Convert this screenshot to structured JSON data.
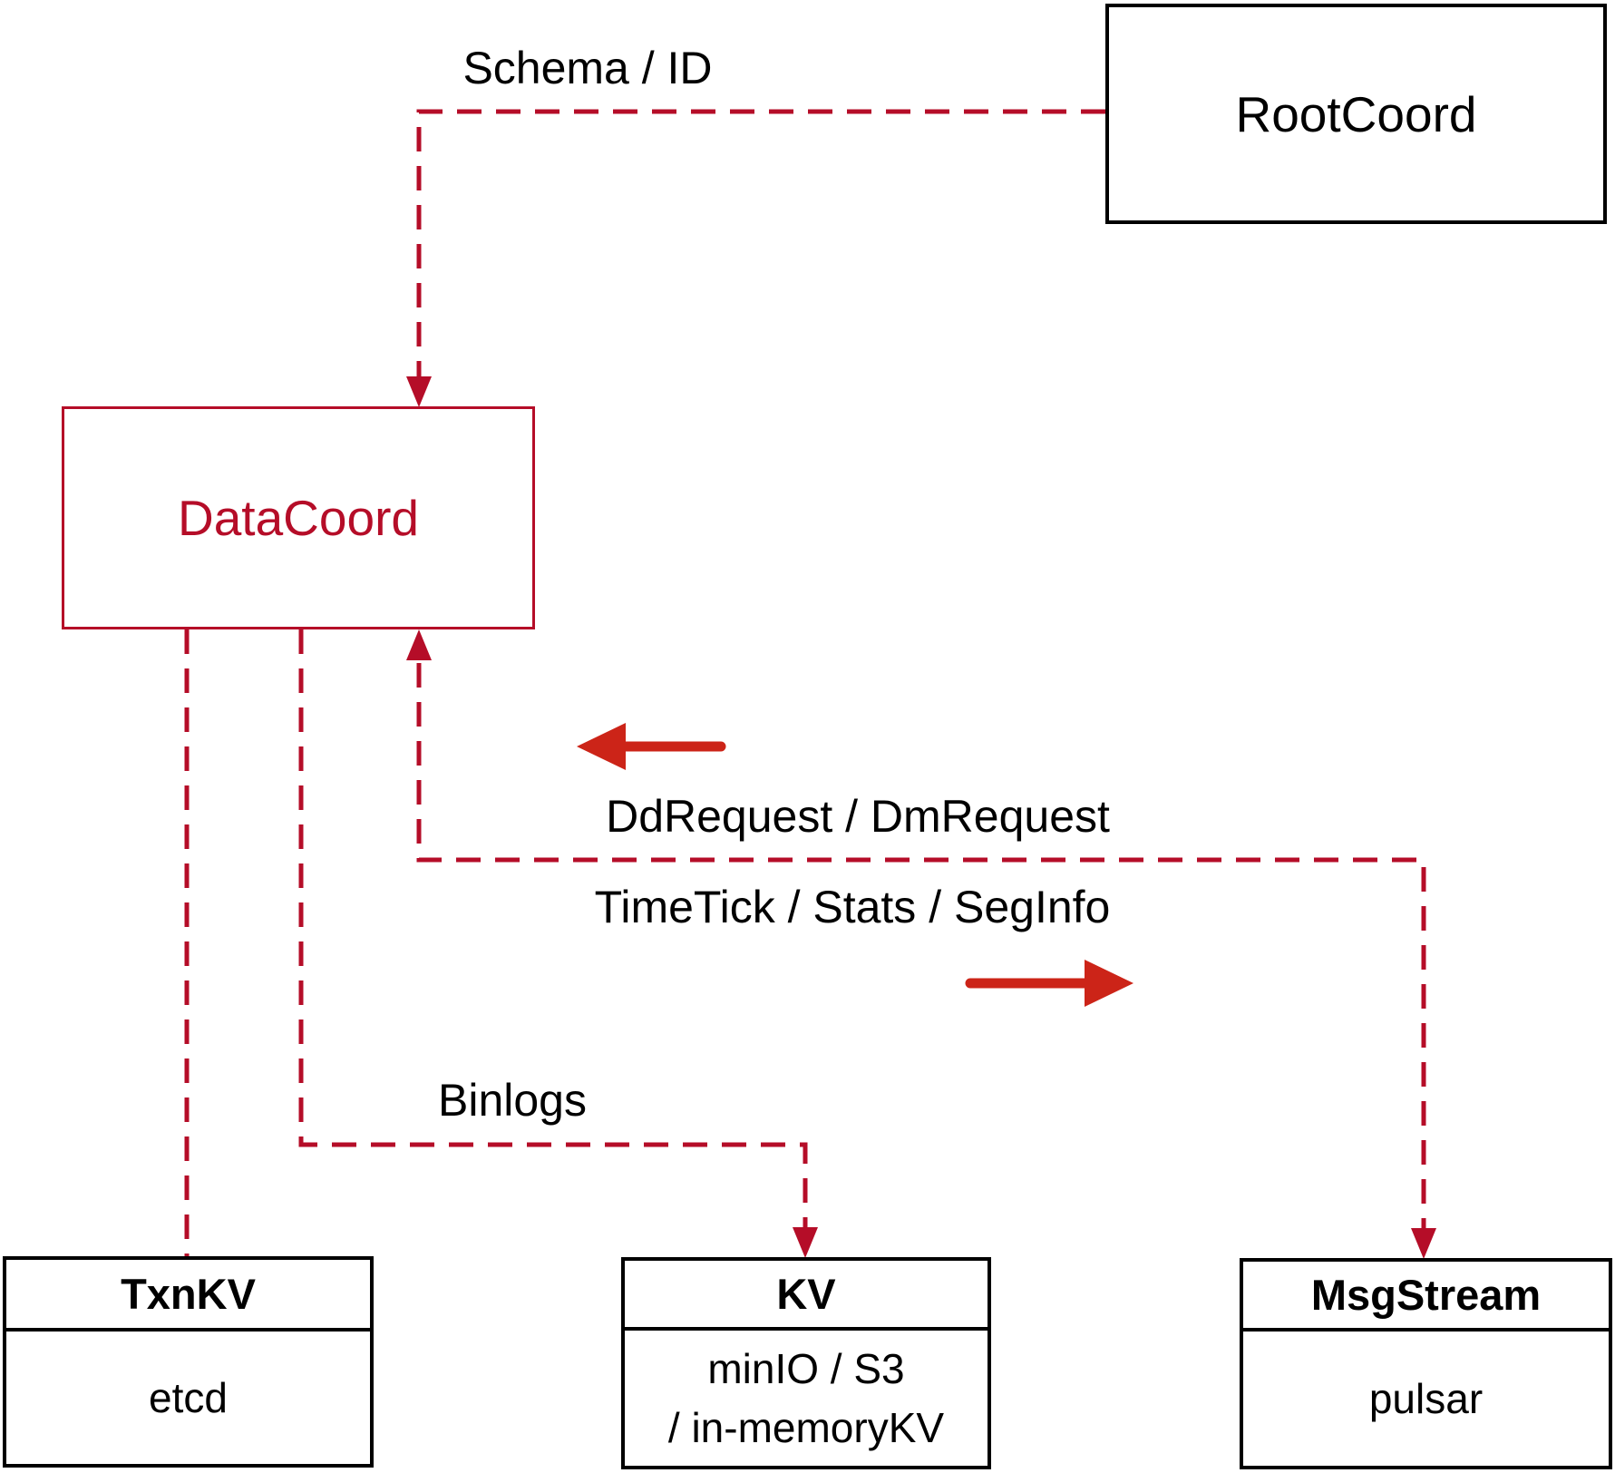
{
  "colors": {
    "line_red": "#b50d28",
    "arrow_red": "#cc2418",
    "box_border_black": "#000000",
    "text_black": "#000000",
    "background": "#ffffff"
  },
  "nodes": {
    "rootcoord": {
      "label": "RootCoord"
    },
    "datacoord": {
      "label": "DataCoord"
    },
    "txnkv": {
      "title": "TxnKV",
      "body": "etcd"
    },
    "kv": {
      "title": "KV",
      "body_line1": "minIO / S3",
      "body_line2": "/ in-memoryKV"
    },
    "msgstream": {
      "title": "MsgStream",
      "body": "pulsar"
    }
  },
  "edge_labels": {
    "schema_id": "Schema / ID",
    "dd_dm_request": "DdRequest / DmRequest",
    "timetick_stats_seginfo": "TimeTick / Stats / SegInfo",
    "binlogs": "Binlogs"
  }
}
